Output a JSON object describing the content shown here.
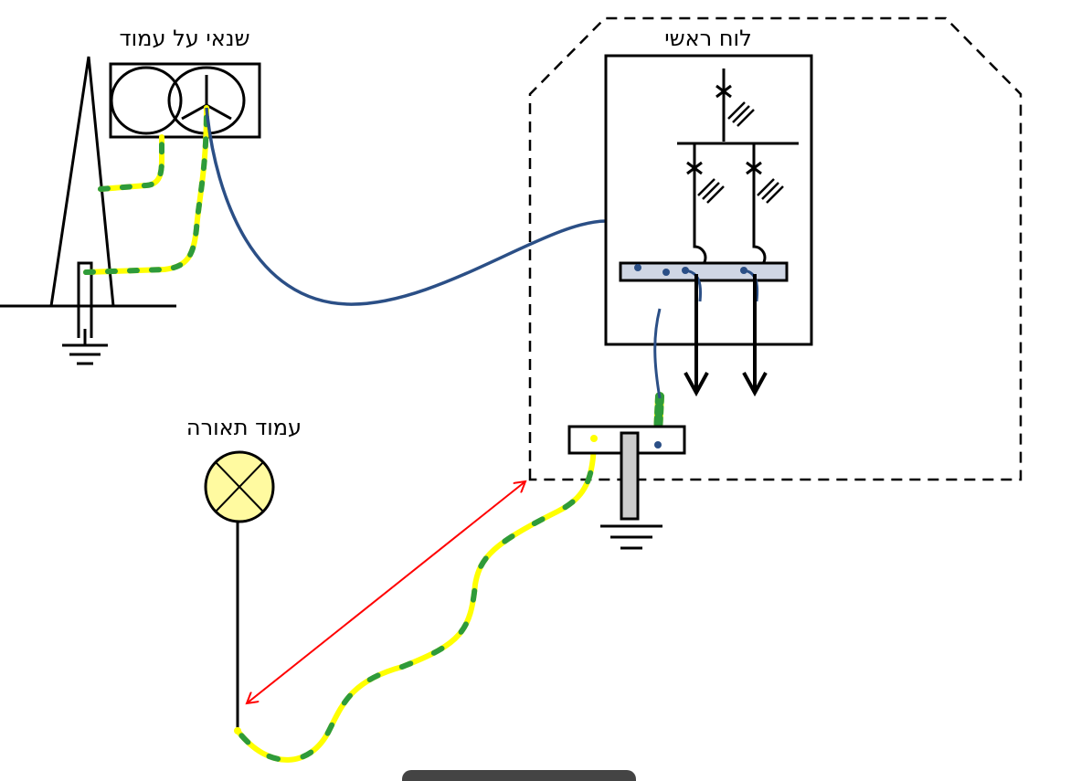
{
  "labels": {
    "transformer": "שנאי על עמוד",
    "main_panel": "לוח ראשי",
    "light_pole": "עמוד תאורה"
  },
  "colors": {
    "pe_yellow": "#ffff00",
    "pe_green": "#2e9b3a",
    "neutral_blue": "#2b4f86",
    "measure_red": "#ff0000",
    "lamp_fill": "#fffaa0",
    "busbar_fill": "#cfd6e4",
    "electrode_fill": "#cccccc"
  },
  "icons": [
    "ground-icon",
    "lamp-icon",
    "breaker-icon",
    "arrow-icon"
  ]
}
